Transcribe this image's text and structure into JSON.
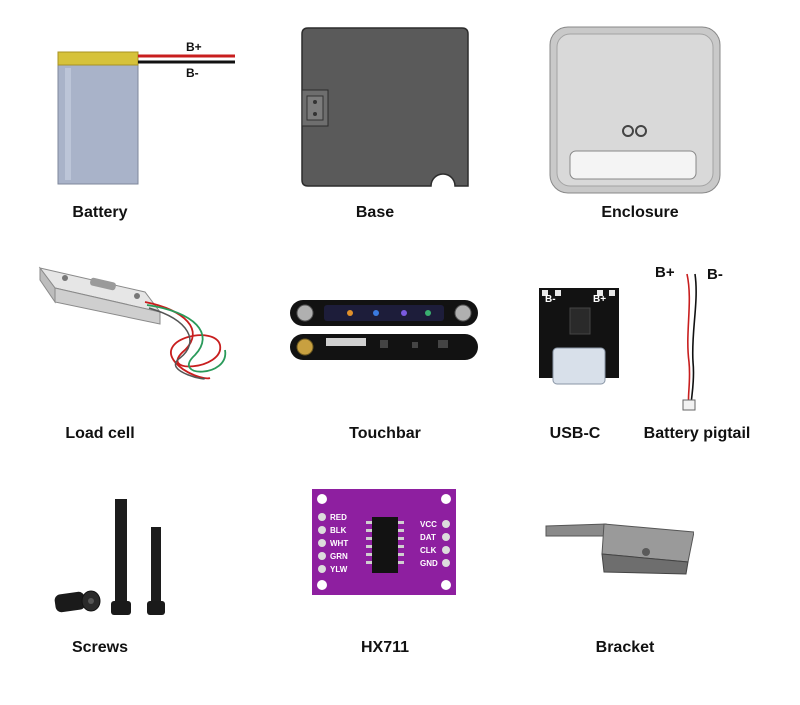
{
  "parts": [
    {
      "name": "battery",
      "label": "Battery",
      "wire_labels": [
        "B+",
        "B-"
      ]
    },
    {
      "name": "base",
      "label": "Base"
    },
    {
      "name": "enclosure",
      "label": "Enclosure"
    },
    {
      "name": "load-cell",
      "label": "Load cell"
    },
    {
      "name": "touchbar",
      "label": "Touchbar"
    },
    {
      "name": "usb-c",
      "label": "USB-C",
      "pad_labels": [
        "B-",
        "B+"
      ]
    },
    {
      "name": "battery-pigtail",
      "label": "Battery pigtail",
      "wire_labels": [
        "B+",
        "B-"
      ]
    },
    {
      "name": "screws",
      "label": "Screws"
    },
    {
      "name": "hx711",
      "label": "HX711",
      "left_pins": [
        "RED",
        "BLK",
        "WHT",
        "GRN",
        "YLW"
      ],
      "right_pins": [
        "VCC",
        "DAT",
        "CLK",
        "GND"
      ]
    },
    {
      "name": "bracket",
      "label": "Bracket"
    }
  ],
  "colors": {
    "battery_cap": "#d6c23a",
    "battery_body": "#a9b3c9",
    "base": "#5a5a5a",
    "enclosure": "#c9c9c9",
    "hx711_board": "#8e1fa0",
    "pcb_black": "#121212",
    "wire_red": "#c81e1e",
    "wire_black": "#111111",
    "wire_green": "#2a9a5a"
  }
}
